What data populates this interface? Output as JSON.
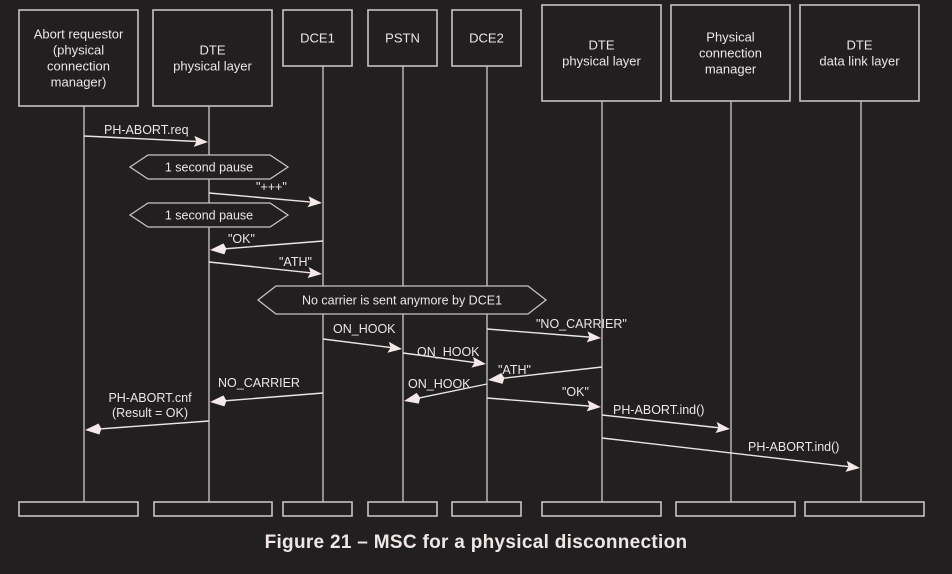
{
  "diagram": {
    "type": "message-sequence-chart",
    "caption": "Figure 21 – MSC for a physical disconnection",
    "instances": [
      {
        "id": "abort-requestor",
        "lines": [
          "Abort requestor",
          "(physical",
          "connection",
          "manager)"
        ]
      },
      {
        "id": "dte-phys-left",
        "lines": [
          "DTE",
          "physical layer"
        ]
      },
      {
        "id": "dce1",
        "lines": [
          "DCE1"
        ]
      },
      {
        "id": "pstn",
        "lines": [
          "PSTN"
        ]
      },
      {
        "id": "dce2",
        "lines": [
          "DCE2"
        ]
      },
      {
        "id": "dte-phys-right",
        "lines": [
          "DTE",
          "physical layer"
        ]
      },
      {
        "id": "phys-conn-manager",
        "lines": [
          "Physical",
          "connection",
          "manager"
        ]
      },
      {
        "id": "dte-data-link",
        "lines": [
          "DTE",
          "data link layer"
        ]
      }
    ],
    "conditions": [
      {
        "text": "1 second pause",
        "from": "abort-requestor",
        "to": "dte-phys-left",
        "step": 1
      },
      {
        "text": "1 second pause",
        "from": "abort-requestor",
        "to": "dte-phys-left",
        "step": 3
      },
      {
        "text": "No carrier is sent anymore by DCE1",
        "from": "dte-phys-left",
        "to": "dce2",
        "step": 6
      }
    ],
    "messages": [
      {
        "label": [
          "PH-ABORT.req"
        ],
        "from": "abort-requestor",
        "to": "dte-phys-left"
      },
      {
        "label": [
          "\"+++\""
        ],
        "from": "dte-phys-left",
        "to": "dce1"
      },
      {
        "label": [
          "\"OK\""
        ],
        "from": "dce1",
        "to": "dte-phys-left"
      },
      {
        "label": [
          "\"ATH\""
        ],
        "from": "dte-phys-left",
        "to": "dce1"
      },
      {
        "label": [
          "ON_HOOK"
        ],
        "from": "dce1",
        "to": "pstn"
      },
      {
        "label": [
          "\"NO_CARRIER\""
        ],
        "from": "dce2",
        "to": "dte-phys-right"
      },
      {
        "label": [
          "ON_HOOK"
        ],
        "from": "pstn",
        "to": "dce2"
      },
      {
        "label": [
          "\"ATH\""
        ],
        "from": "dte-phys-right",
        "to": "dce2"
      },
      {
        "label": [
          "NO_CARRIER"
        ],
        "from": "dce1",
        "to": "dte-phys-left"
      },
      {
        "label": [
          "ON_HOOK"
        ],
        "from": "dce2",
        "to": "pstn"
      },
      {
        "label": [
          "\"OK\""
        ],
        "from": "dce2",
        "to": "dte-phys-right"
      },
      {
        "label": [
          "PH-ABORT.cnf",
          "(Result = OK)"
        ],
        "from": "dte-phys-left",
        "to": "abort-requestor"
      },
      {
        "label": [
          "PH-ABORT.ind()"
        ],
        "from": "dte-phys-right",
        "to": "phys-conn-manager"
      },
      {
        "label": [
          "PH-ABORT.ind()"
        ],
        "from": "dte-phys-right",
        "to": "dte-data-link"
      }
    ]
  }
}
